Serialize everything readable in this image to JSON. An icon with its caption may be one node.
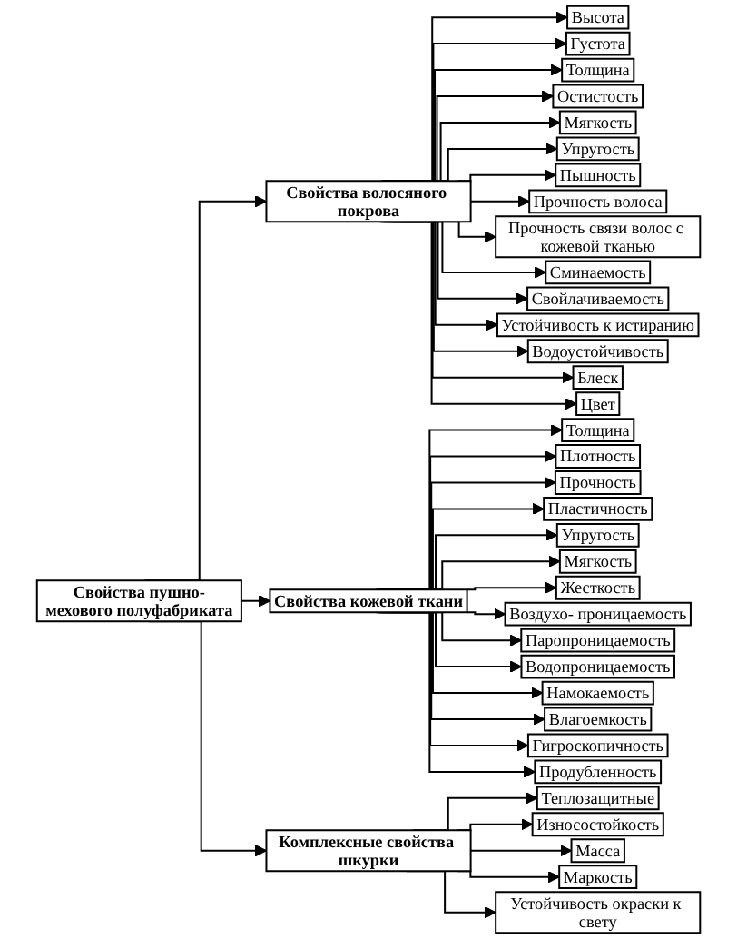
{
  "diagram": {
    "nodes": [
      {
        "text": [
          "Свойства пушно-мехового полуфабриката"
        ]
      },
      {
        "text": [
          "Свойства волосяного покрова"
        ]
      },
      {
        "text": [
          "Свойства кожевой ткани"
        ]
      },
      {
        "text": [
          "Комплексные свойства шкурки"
        ]
      },
      {
        "text": [
          "Высота"
        ]
      },
      {
        "text": [
          "Густота"
        ]
      },
      {
        "text": [
          "Толщина"
        ]
      },
      {
        "text": [
          "Остистость"
        ]
      },
      {
        "text": [
          "Мягкость"
        ]
      },
      {
        "text": [
          "Упругость"
        ]
      },
      {
        "text": [
          "Пышность"
        ]
      },
      {
        "text": [
          "Прочность волоса"
        ]
      },
      {
        "text": [
          "Прочность связи волос с кожевой тканью"
        ]
      },
      {
        "text": [
          "Сминаемость"
        ]
      },
      {
        "text": [
          "Свойлачиваемость"
        ]
      },
      {
        "text": [
          "Устойчивость к истиранию"
        ]
      },
      {
        "text": [
          "Водоустойчивость"
        ]
      },
      {
        "text": [
          "Блеск"
        ]
      },
      {
        "text": [
          "Цвет"
        ]
      },
      {
        "text": [
          "Толщина"
        ]
      },
      {
        "text": [
          "Плотность"
        ]
      },
      {
        "text": [
          "Прочность"
        ]
      },
      {
        "text": [
          "Пластичность"
        ]
      },
      {
        "text": [
          "Упругость"
        ]
      },
      {
        "text": [
          "Мягкость"
        ]
      },
      {
        "text": [
          "Жесткость"
        ]
      },
      {
        "text": [
          "Воздухо- проницаемость"
        ]
      },
      {
        "text": [
          "Паропроницаемость"
        ]
      },
      {
        "text": [
          "Водопроницаемость"
        ]
      },
      {
        "text": [
          "Намокаемость"
        ]
      },
      {
        "text": [
          "Влагоемкость"
        ]
      },
      {
        "text": [
          "Гигроскопичность"
        ]
      },
      {
        "text": [
          "Продубленность"
        ]
      },
      {
        "text": [
          "Теплозащитные"
        ]
      },
      {
        "text": [
          "Износостойкость"
        ]
      },
      {
        "text": [
          "Масса"
        ]
      },
      {
        "text": [
          "Маркость"
        ]
      },
      {
        "text": [
          "Устойчивость окраски к свету"
        ]
      }
    ],
    "edges": [
      {
        "from": 0,
        "to": 1,
        "arrow": "to"
      },
      {
        "from": 0,
        "to": 2,
        "arrow": "to"
      },
      {
        "from": 0,
        "to": 3,
        "arrow": "to"
      },
      {
        "from": 1,
        "to": 4,
        "arrow": "to"
      },
      {
        "from": 1,
        "to": 5,
        "arrow": "to"
      },
      {
        "from": 1,
        "to": 6,
        "arrow": "to"
      },
      {
        "from": 1,
        "to": 7,
        "arrow": "to"
      },
      {
        "from": 1,
        "to": 8,
        "arrow": "to"
      },
      {
        "from": 1,
        "to": 9,
        "arrow": "to"
      },
      {
        "from": 1,
        "to": 10,
        "arrow": "to"
      },
      {
        "from": 1,
        "to": 11,
        "arrow": "to"
      },
      {
        "from": 1,
        "to": 12,
        "arrow": "to"
      },
      {
        "from": 1,
        "to": 13,
        "arrow": "to"
      },
      {
        "from": 1,
        "to": 14,
        "arrow": "to"
      },
      {
        "from": 1,
        "to": 15,
        "arrow": "to"
      },
      {
        "from": 1,
        "to": 16,
        "arrow": "to"
      },
      {
        "from": 1,
        "to": 17,
        "arrow": "to"
      },
      {
        "from": 1,
        "to": 18,
        "arrow": "to"
      },
      {
        "from": 2,
        "to": 19,
        "arrow": "to"
      },
      {
        "from": 2,
        "to": 20,
        "arrow": "to"
      },
      {
        "from": 2,
        "to": 21,
        "arrow": "to"
      },
      {
        "from": 2,
        "to": 22,
        "arrow": "to"
      },
      {
        "from": 2,
        "to": 23,
        "arrow": "to"
      },
      {
        "from": 2,
        "to": 24,
        "arrow": "to"
      },
      {
        "from": 2,
        "to": 25,
        "arrow": "to"
      },
      {
        "from": 2,
        "to": 26,
        "arrow": "to"
      },
      {
        "from": 2,
        "to": 27,
        "arrow": "to"
      },
      {
        "from": 2,
        "to": 28,
        "arrow": "to"
      },
      {
        "from": 2,
        "to": 29,
        "arrow": "to"
      },
      {
        "from": 2,
        "to": 30,
        "arrow": "to"
      },
      {
        "from": 2,
        "to": 31,
        "arrow": "to"
      },
      {
        "from": 2,
        "to": 32,
        "arrow": "to"
      },
      {
        "from": 3,
        "to": 33,
        "arrow": "to"
      },
      {
        "from": 3,
        "to": 34,
        "arrow": "to"
      },
      {
        "from": 3,
        "to": 35,
        "arrow": "to"
      },
      {
        "from": 3,
        "to": 36,
        "arrow": "to"
      },
      {
        "from": 3,
        "to": 37,
        "arrow": "to"
      }
    ]
  }
}
